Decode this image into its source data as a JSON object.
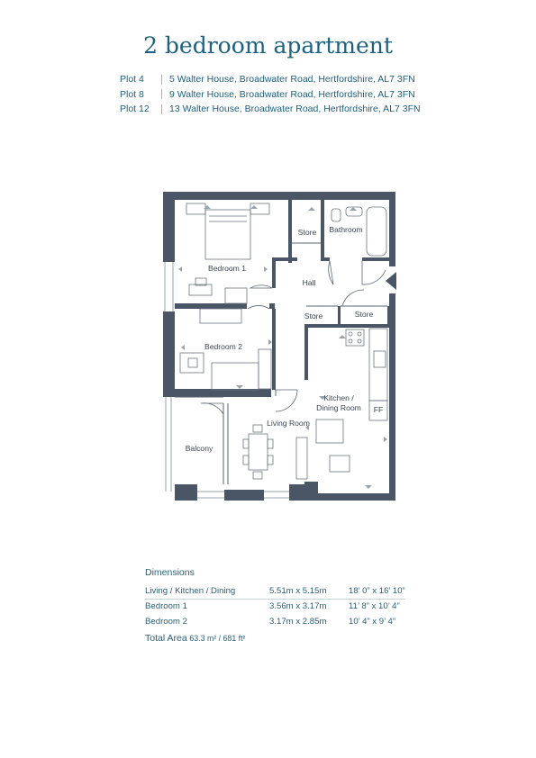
{
  "header": {
    "title": "2 bedroom apartment"
  },
  "plots": [
    {
      "label": "Plot 4",
      "address": "5 Walter House, Broadwater Road, Hertfordshire, AL7 3FN"
    },
    {
      "label": "Plot 8",
      "address": "9 Walter House, Broadwater Road, Hertfordshire, AL7 3FN"
    },
    {
      "label": "Plot 12",
      "address": "13 Walter House, Broadwater Road, Hertfordshire, AL7 3FN"
    }
  ],
  "floorplan": {
    "wall_color": "#4a5566",
    "rooms": {
      "store_top": "Store",
      "bathroom": "Bathroom",
      "bedroom1": "Bedroom 1",
      "hall": "Hall",
      "store_left": "Store",
      "store_right": "Store",
      "bedroom2": "Bedroom 2",
      "kitchen_line1": "Kitchen /",
      "kitchen_line2": "Dining Room",
      "ff": "FF",
      "living": "Living Room",
      "balcony": "Balcony"
    }
  },
  "dimensions": {
    "title": "Dimensions",
    "rows": [
      {
        "room": "Living / Kitchen / Dining",
        "metric": "5.51m x 5.15m",
        "imperial": "18’ 0” x 16’ 10”"
      },
      {
        "room": "Bedroom 1",
        "metric": "3.56m x 3.17m",
        "imperial": "11’ 8” x 10’ 4”"
      },
      {
        "room": "Bedroom 2",
        "metric": "3.17m x 2.85m",
        "imperial": "10’ 4” x 9’ 4”"
      }
    ],
    "total_label": "Total Area",
    "total_value": "63.3 m² / 681 ft²"
  }
}
